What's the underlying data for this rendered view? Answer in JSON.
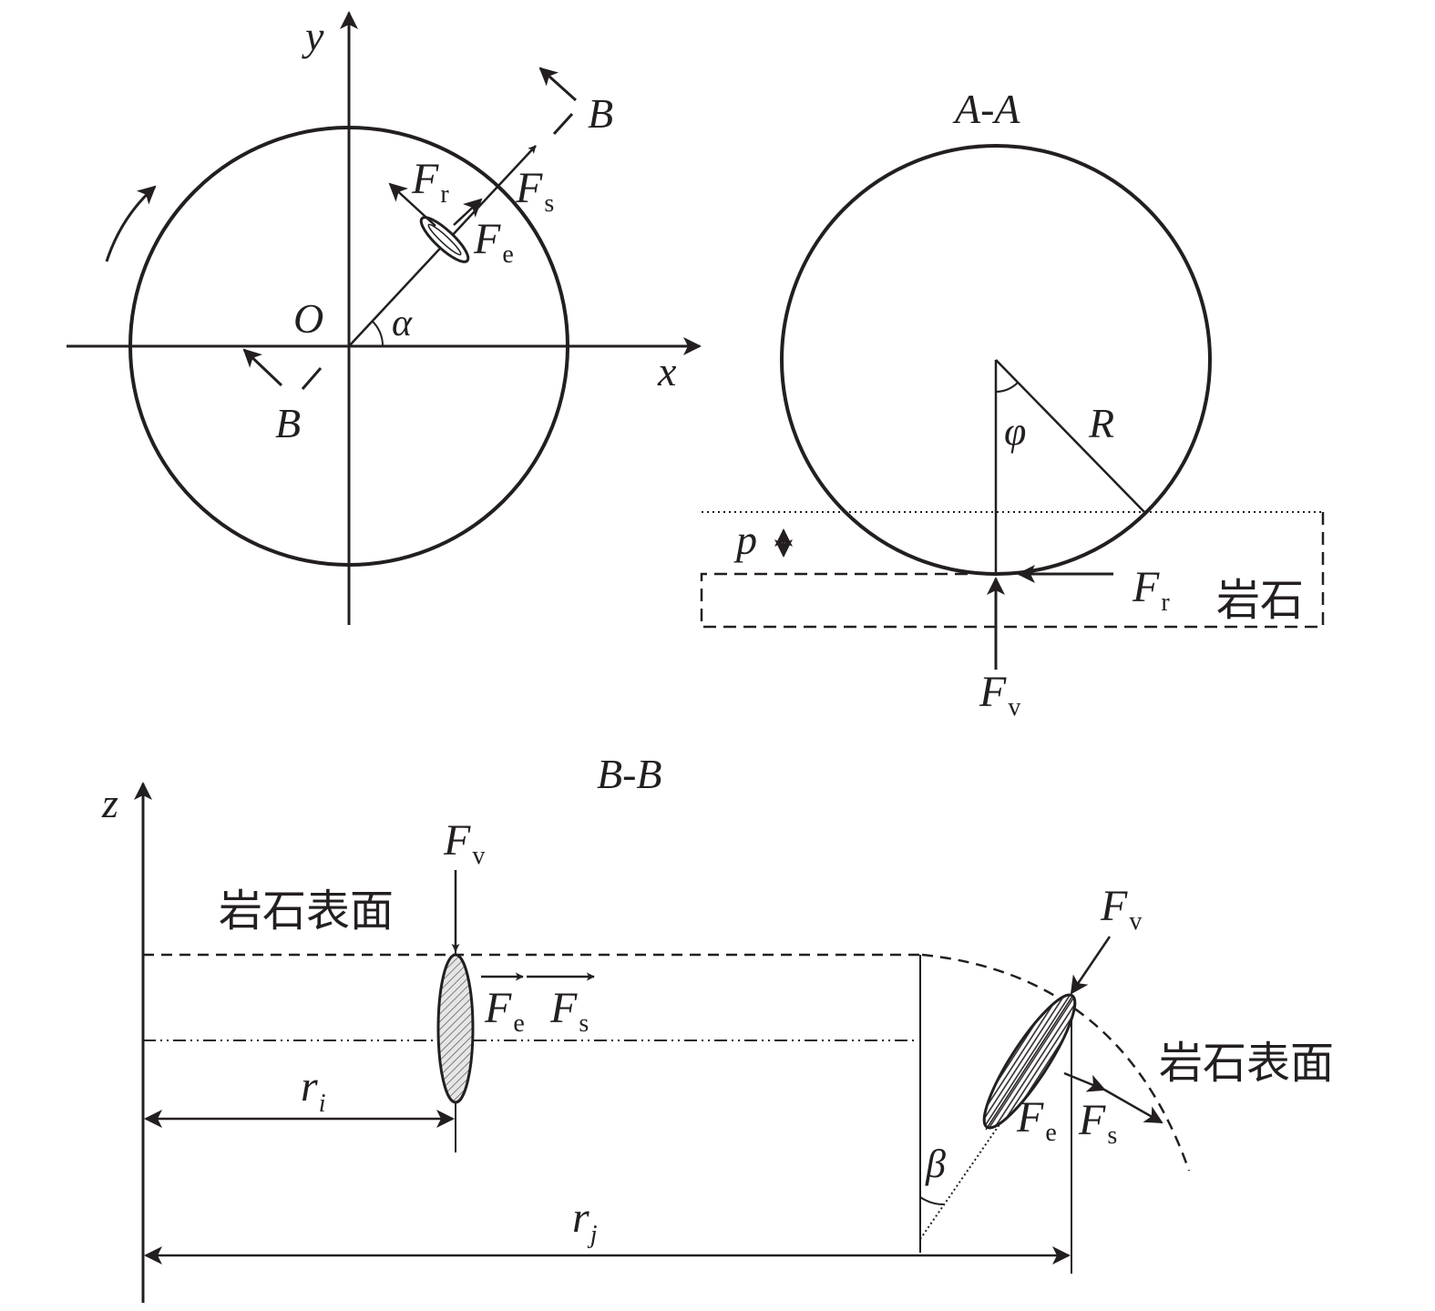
{
  "colors": {
    "ink": "#231f20",
    "hatch": "#bdbdbd",
    "background": "#ffffff"
  },
  "top_view": {
    "axis_y": "y",
    "axis_x": "x",
    "origin": "O",
    "angle": "α",
    "section_mark_top": "B",
    "section_mark_bottom": "B",
    "force_r": {
      "main": "F",
      "sub": "r"
    },
    "force_s": {
      "main": "F",
      "sub": "s"
    },
    "force_e": {
      "main": "F",
      "sub": "e"
    }
  },
  "section_aa": {
    "title": "A-A",
    "angle": "φ",
    "radius": "R",
    "depth": "p",
    "rock": "岩石",
    "force_r": {
      "main": "F",
      "sub": "r"
    },
    "force_v": {
      "main": "F",
      "sub": "v"
    }
  },
  "section_bb": {
    "title": "B-B",
    "axis_z": "z",
    "rock_surface_left": "岩石表面",
    "rock_surface_right": "岩石表面",
    "force_v_left": {
      "main": "F",
      "sub": "v"
    },
    "force_e_left": {
      "main": "F",
      "sub": "e"
    },
    "force_s_left": {
      "main": "F",
      "sub": "s"
    },
    "force_v_right": {
      "main": "F",
      "sub": "v"
    },
    "force_e_right": {
      "main": "F",
      "sub": "e"
    },
    "force_s_right": {
      "main": "F",
      "sub": "s"
    },
    "dim_ri": {
      "main": "r",
      "sub": "i"
    },
    "dim_rj": {
      "main": "r",
      "sub": "j"
    },
    "angle": "β"
  }
}
